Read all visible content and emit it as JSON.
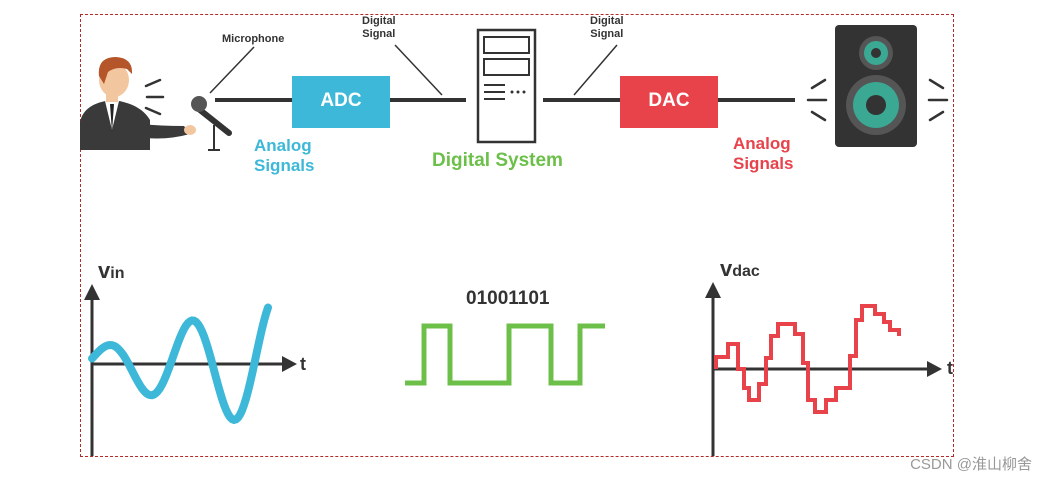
{
  "labels": {
    "microphone": "Microphone",
    "digital_signal_left": "Digital\nSignal",
    "digital_signal_right": "Digital\nSignal",
    "adc": "ADC",
    "dac": "DAC",
    "analog_signals_left": "Analog\nSignals",
    "analog_signals_right": "Analog\nSignals",
    "digital_system": "Digital System"
  },
  "graphs": {
    "vin_main": "v",
    "vin_sub": "in",
    "vdac_main": "v",
    "vdac_sub": "dac",
    "t_left": "t",
    "t_right": "t",
    "bits": "01001101"
  },
  "watermark": "CSDN @淮山柳舍",
  "colors": {
    "blue": "#3db8d8",
    "red": "#e8424a",
    "green": "#6cc04a",
    "dark": "#333333"
  }
}
